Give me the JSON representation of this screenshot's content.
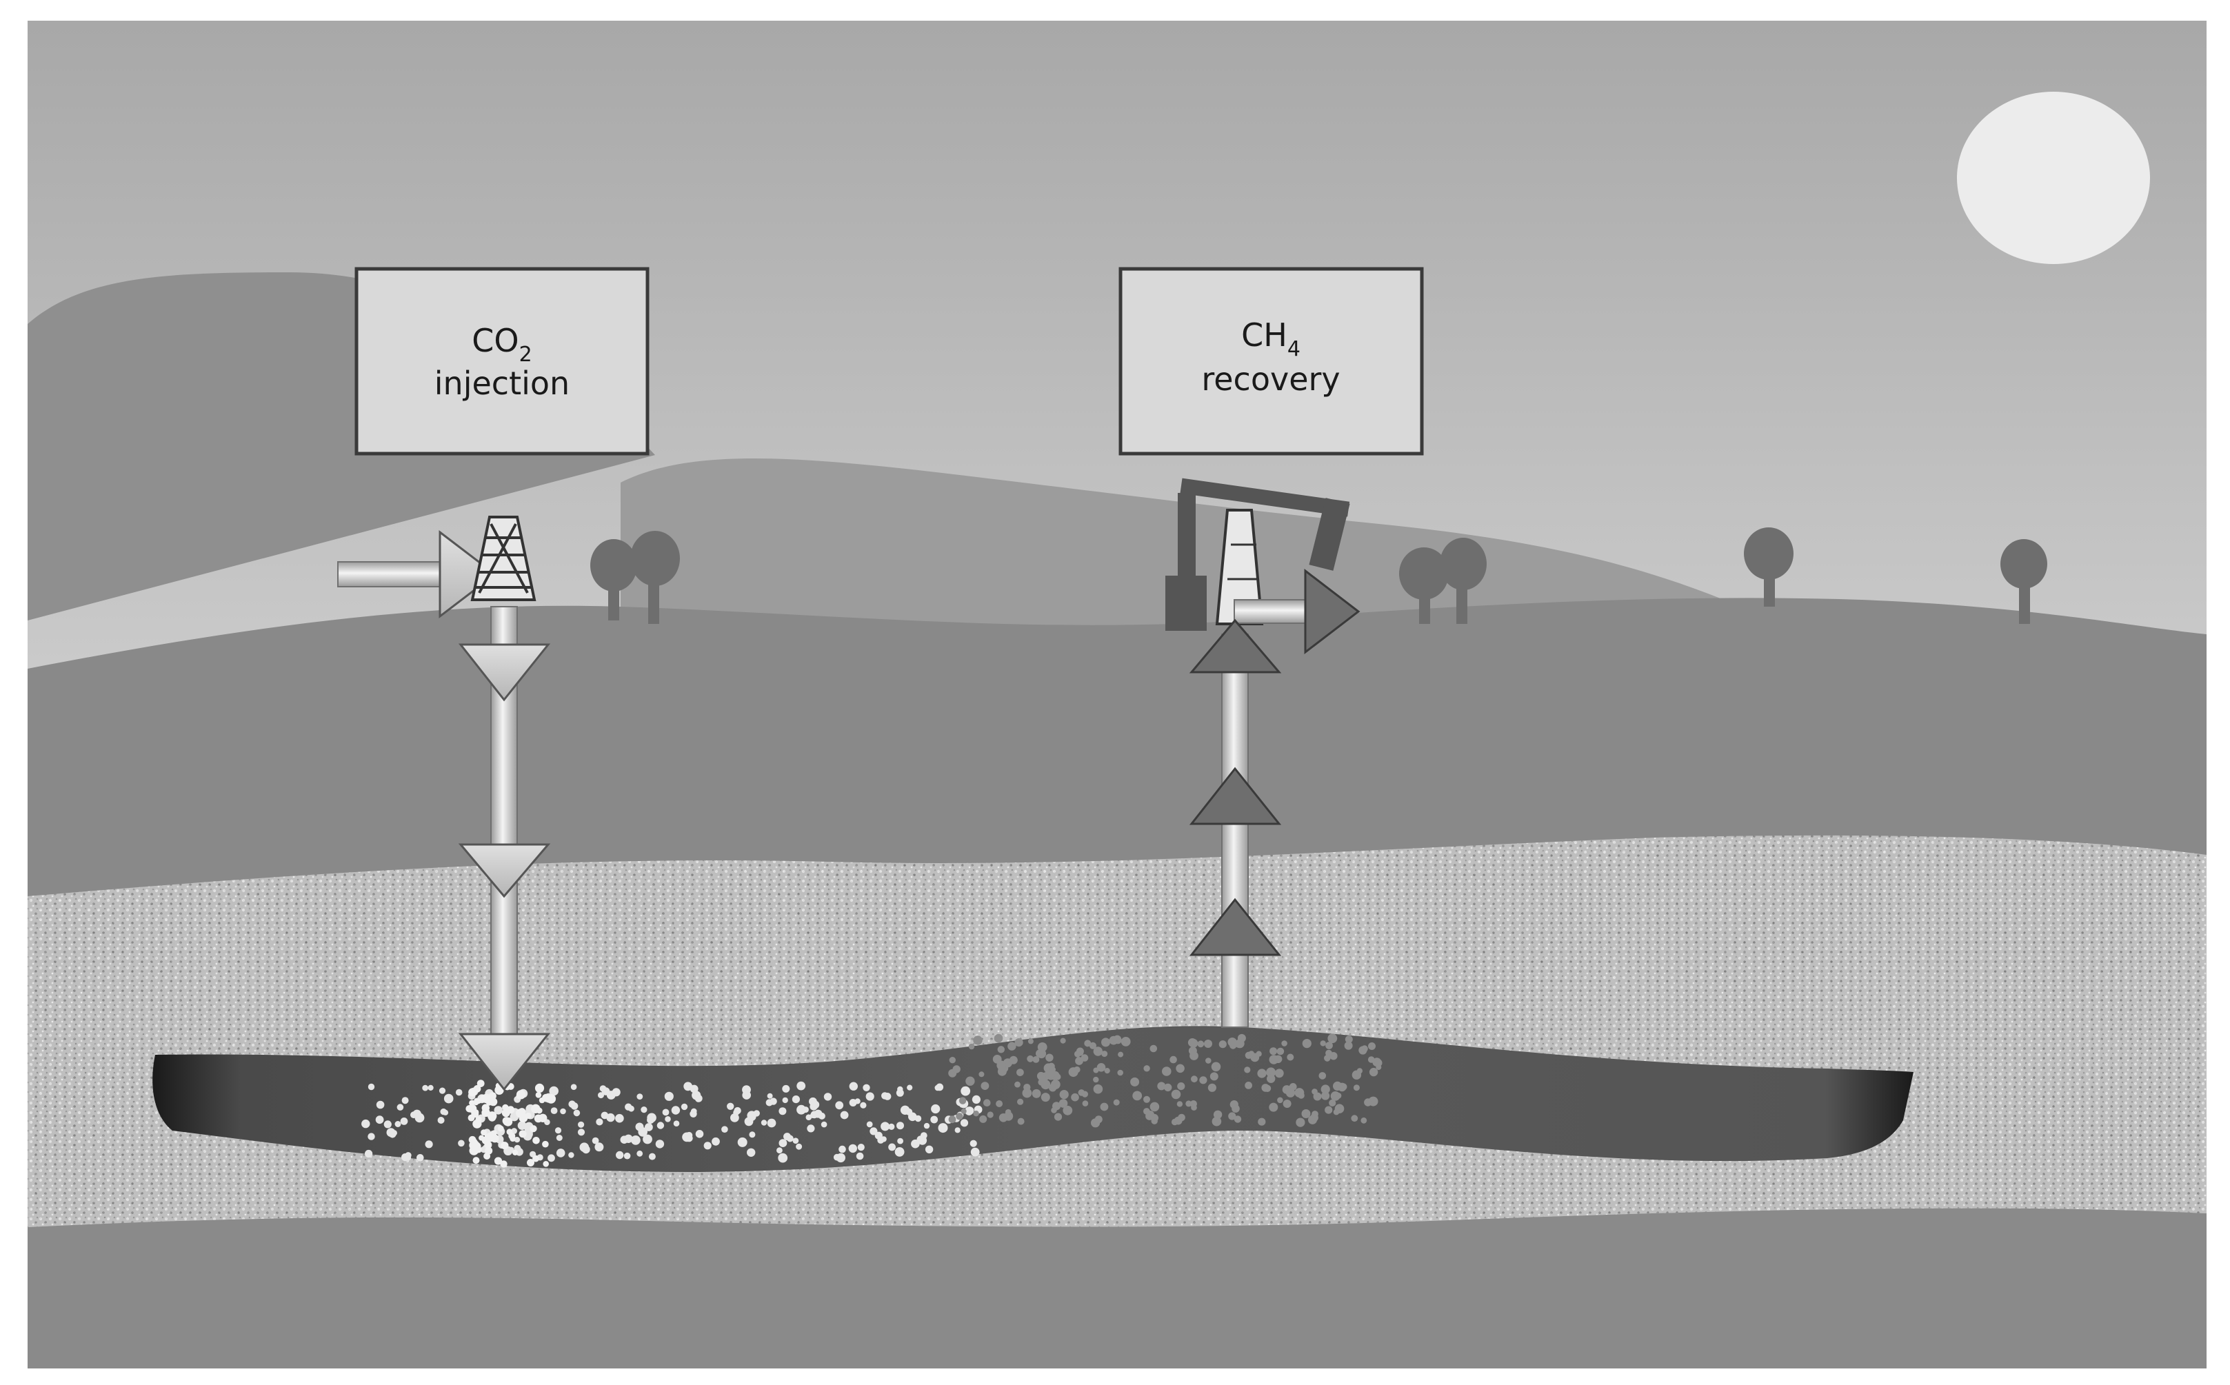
{
  "diagram": {
    "labels": {
      "injection": {
        "formula": "CO",
        "subscript": "2",
        "caption": "injection"
      },
      "recovery": {
        "formula": "CH",
        "subscript": "4",
        "caption": "recovery"
      }
    }
  }
}
